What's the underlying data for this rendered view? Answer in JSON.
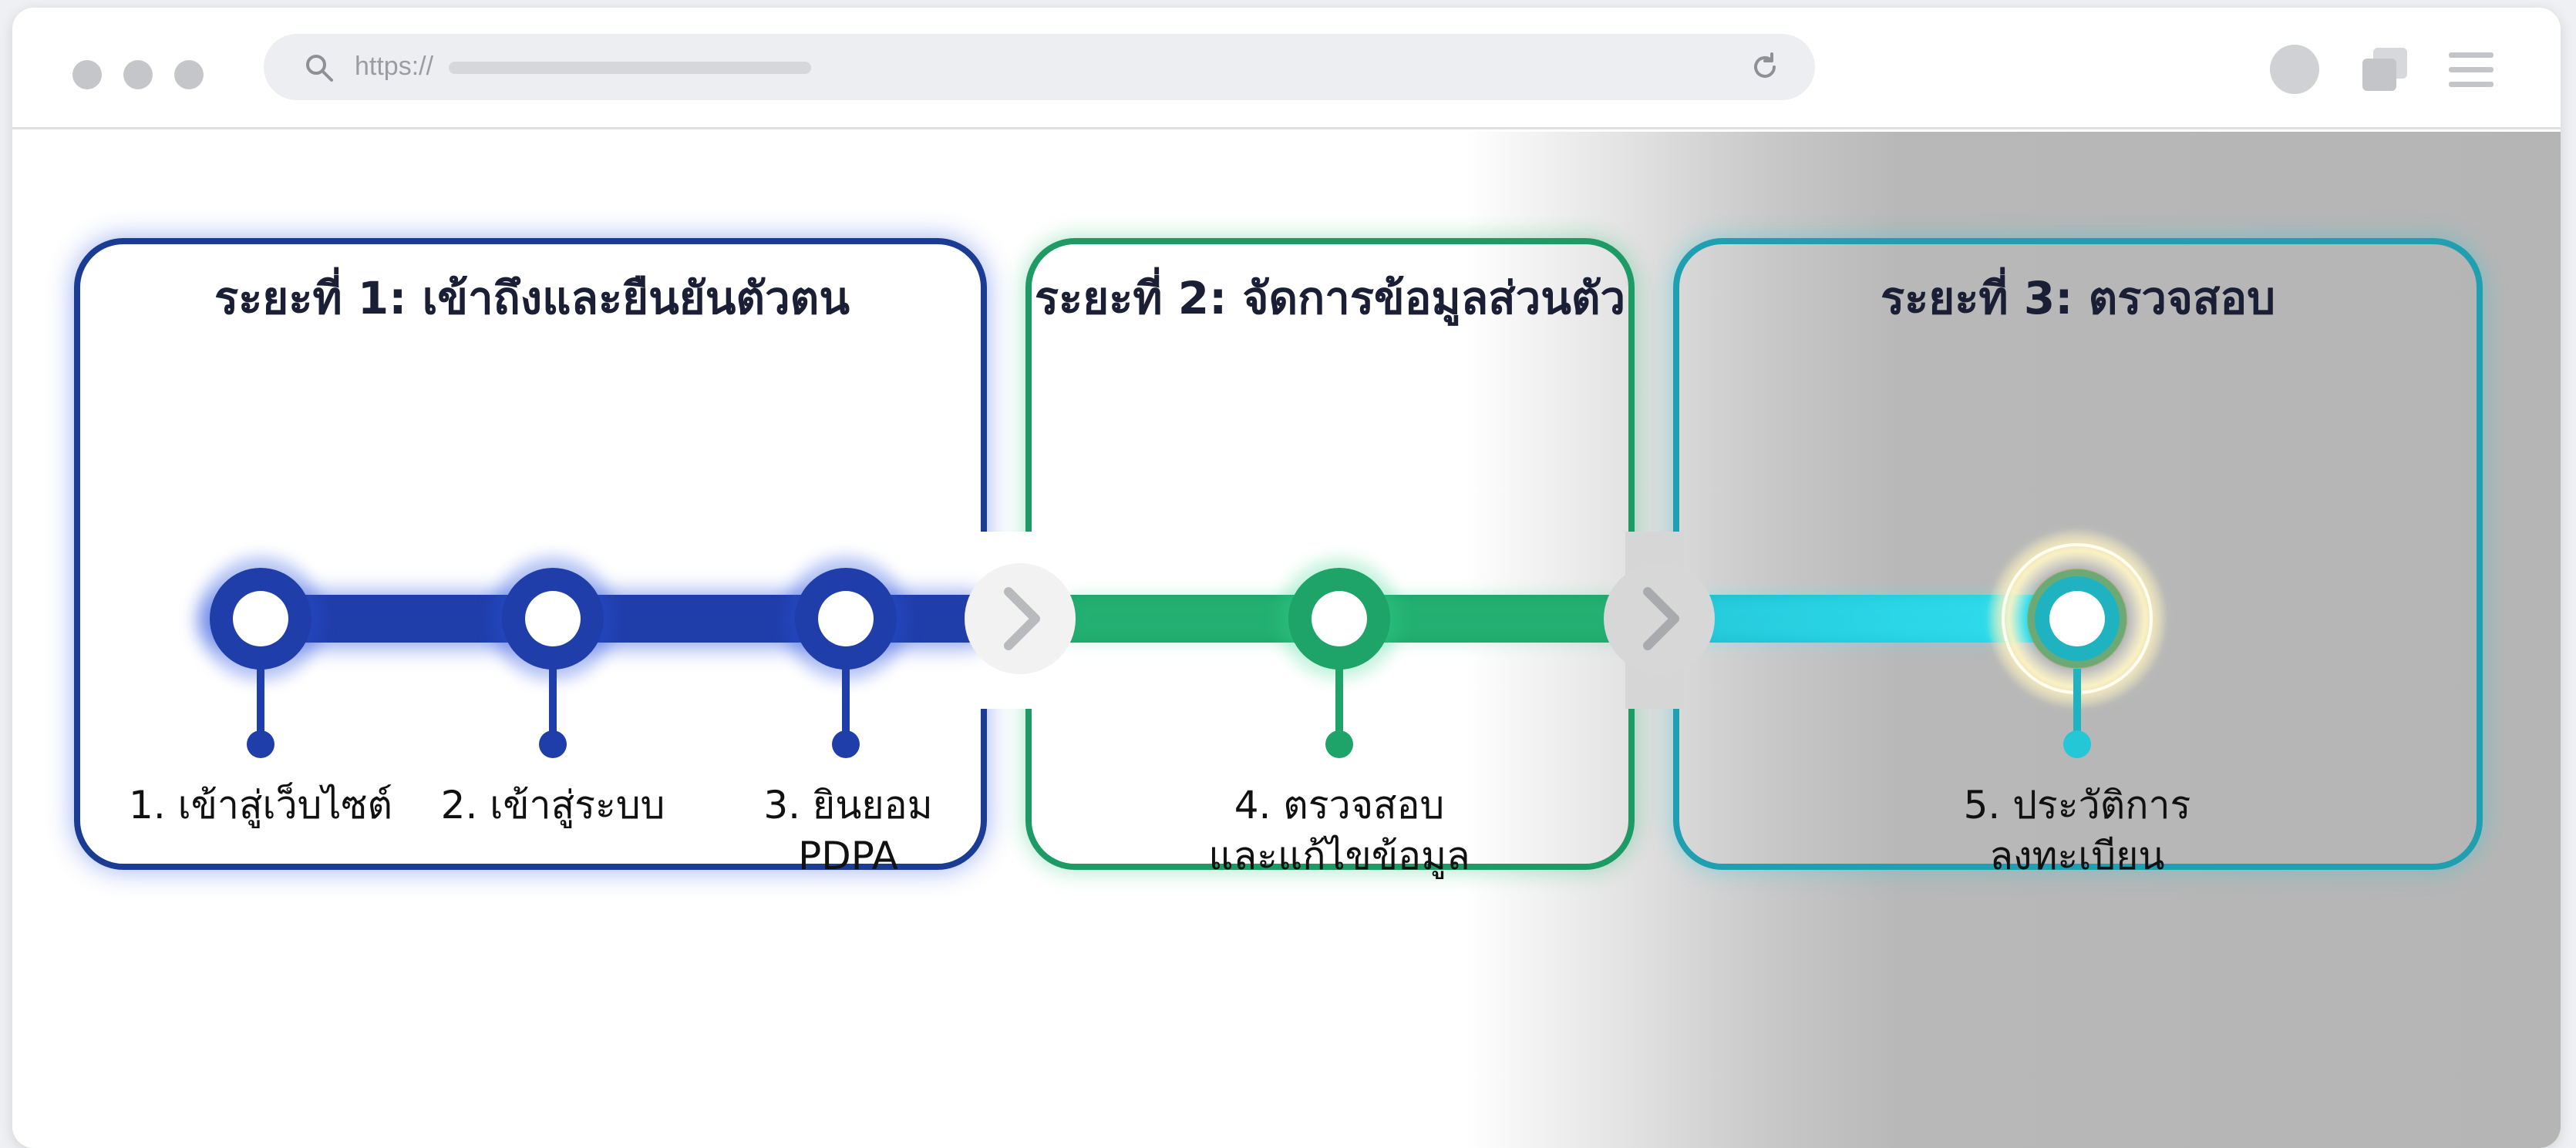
{
  "browser": {
    "url_prefix": "https://"
  },
  "phases": [
    {
      "title": "ระยะที่ 1: เข้าถึงและยืนยันตัวตน",
      "color": "#1b3c93"
    },
    {
      "title": "ระยะที่ 2: จัดการข้อมูลส่วนตัว",
      "color": "#1e9b64"
    },
    {
      "title": "ระยะที่ 3: ตรวจสอบ",
      "color": "#1f9fb0"
    }
  ],
  "steps": [
    {
      "phase": 1,
      "label_line1": "1. เข้าสู่เว็บไซต์",
      "label_line2": ""
    },
    {
      "phase": 1,
      "label_line1": "2. เข้าสู่ระบบ",
      "label_line2": ""
    },
    {
      "phase": 1,
      "label_line1": "3. ยินยอม",
      "label_line2": "PDPA"
    },
    {
      "phase": 2,
      "label_line1": "4. ตรวจสอบ",
      "label_line2": "และแก้ไขข้อมูล"
    },
    {
      "phase": 3,
      "label_line1": "5. ประวัติการ",
      "label_line2": "ลงทะเบียน",
      "highlighted": true
    }
  ],
  "icons": {
    "search": "search-icon",
    "reload": "reload-icon",
    "avatar": "avatar",
    "tabs": "tabs-icon",
    "menu": "menu-icon",
    "phase_arrow": "chevron-right-icon"
  }
}
